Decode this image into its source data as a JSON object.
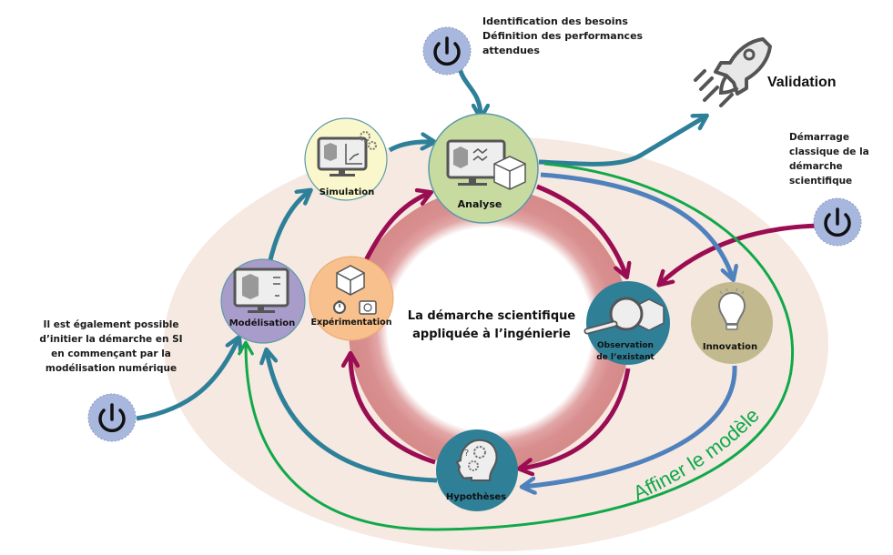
{
  "title": "La démarche scientifique appliquée à l’ingénierie",
  "center": {
    "line1": "La démarche scientifique",
    "line2": "appliquée à l’ingénierie"
  },
  "nodes": {
    "analyse": {
      "label": "Analyse",
      "color": "#c7dba0",
      "icon": "monitor-analysis-icon"
    },
    "simulation": {
      "label": "Simulation",
      "color": "#fbf7cc",
      "icon": "monitor-simulation-icon"
    },
    "modelisation": {
      "label": "Modélisation",
      "color": "#a89ccb",
      "icon": "monitor-model-icon"
    },
    "experimentation": {
      "label": "Expérimentation",
      "color": "#f7c08c",
      "icon": "cube-scale-icon"
    },
    "observation": {
      "label1": "Observation",
      "label2": "de l’existant",
      "color": "#2f7f97",
      "icon": "magnifier-cube-icon"
    },
    "innovation": {
      "label": "Innovation",
      "color": "#c2b98f",
      "icon": "lightbulb-icon"
    },
    "hypotheses": {
      "label": "Hypothèses",
      "color": "#2f7f97",
      "icon": "head-gears-icon"
    }
  },
  "starts": {
    "top": {
      "line1": "Identification des besoins",
      "line2": "Définition des performances",
      "line3": "attendues",
      "icon": "power-icon"
    },
    "right": {
      "line1": "Démarrage",
      "line2": "classique de la",
      "line3": "démarche",
      "line4": "scientifique",
      "icon": "power-icon"
    },
    "left": {
      "line1": "Il est également possible",
      "line2": "d’initier la démarche en SI",
      "line3": "en commençant par la",
      "line4": "modélisation numérique",
      "icon": "power-icon"
    }
  },
  "validation": {
    "label": "Validation",
    "icon": "rocket-icon"
  },
  "loop_label": "Affiner le modèle",
  "colors": {
    "outer_ellipse": "#f5e9e1",
    "inner_ring": "#d98f8f",
    "teal_arrow": "#2e8099",
    "crimson_arrow": "#9b0d52",
    "blue_arrow": "#4f81bd",
    "green_arrow": "#12a84a",
    "power_fill": "#a8b7de"
  }
}
